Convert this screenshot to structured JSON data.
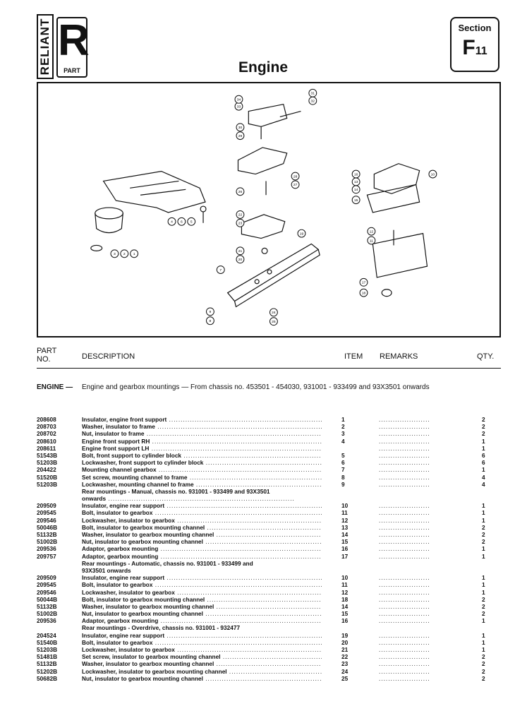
{
  "logo": {
    "vertical_text": "RELIANT",
    "letter": "R",
    "small_text": "PART"
  },
  "page_title": "Engine",
  "section": {
    "label": "Section",
    "code_letter": "F",
    "code_number": "11"
  },
  "diagram": {
    "callouts": [
      "1",
      "2",
      "3",
      "4",
      "5",
      "6",
      "7",
      "8",
      "9",
      "10",
      "11",
      "12",
      "13",
      "14",
      "15",
      "16",
      "17",
      "18",
      "19",
      "20",
      "21",
      "22",
      "23",
      "24",
      "25",
      "26",
      "27",
      "28",
      "29",
      "30",
      "31",
      "32",
      "33",
      "34"
    ]
  },
  "table_header": {
    "part_no": "PART NO.",
    "description": "DESCRIPTION",
    "item": "ITEM",
    "remarks": "REMARKS",
    "qty": "QTY."
  },
  "intro": {
    "heading": "ENGINE —",
    "text": "Engine and gearbox mountings — From chassis no. 453501 - 454030, 931001 - 933499 and 93X3501 onwards"
  },
  "rows": [
    {
      "part": "208608",
      "desc": "Insulator, engine front support",
      "item": "1",
      "qty": "2"
    },
    {
      "part": "208703",
      "desc": "Washer, insulator to frame",
      "item": "2",
      "qty": "2"
    },
    {
      "part": "208702",
      "desc": "Nut, insulator to frame",
      "item": "3",
      "qty": "2"
    },
    {
      "part": "208610",
      "desc": "Engine front support RH",
      "item": "4",
      "qty": "1"
    },
    {
      "part": "208611",
      "desc": "Engine front support LH",
      "item": "",
      "qty": "1"
    },
    {
      "part": "51543B",
      "desc": "Bolt, front support to cylinder block",
      "item": "5",
      "qty": "6"
    },
    {
      "part": "51203B",
      "desc": "Lockwasher, front support to cylinder block",
      "item": "6",
      "qty": "6"
    },
    {
      "part": "204422",
      "desc": "Mounting channel gearbox",
      "item": "7",
      "qty": "1"
    },
    {
      "part": "51520B",
      "desc": "Set screw, mounting channel to frame",
      "item": "8",
      "qty": "4"
    },
    {
      "part": "51203B",
      "desc": "Lockwasher, mounting channel to frame",
      "item": "9",
      "qty": "4"
    },
    {
      "part": "",
      "desc": "Rear mountings - Manual, chassis no. 931001 - 933499 and 93X3501",
      "item": "",
      "qty": "",
      "heading": true
    },
    {
      "part": "",
      "desc": "onwards",
      "item": "",
      "qty": "",
      "heading": true,
      "dots": true
    },
    {
      "part": "209509",
      "desc": "Insulator, engine rear support",
      "item": "10",
      "qty": "1"
    },
    {
      "part": "209545",
      "desc": "Bolt, insulator to gearbox",
      "item": "11",
      "qty": "1"
    },
    {
      "part": "209546",
      "desc": "Lockwasher, insulator to gearbox",
      "item": "12",
      "qty": "1"
    },
    {
      "part": "50046B",
      "desc": "Bolt, insulator to gearbox mounting channel",
      "item": "13",
      "qty": "2"
    },
    {
      "part": "51132B",
      "desc": "Washer, insulator to gearbox mounting channel",
      "item": "14",
      "qty": "2"
    },
    {
      "part": "51002B",
      "desc": "Nut, insulator to gearbox mounting channel",
      "item": "15",
      "qty": "2"
    },
    {
      "part": "209536",
      "desc": "Adaptor, gearbox mounting",
      "item": "16",
      "qty": "1"
    },
    {
      "part": "209757",
      "desc": "Adaptor, gearbox mounting",
      "item": "17",
      "qty": "1"
    },
    {
      "part": "",
      "desc": "Rear mountings - Automatic, chassis no. 931001 - 933499 and",
      "item": "",
      "qty": "",
      "heading": true
    },
    {
      "part": "",
      "desc": "93X3501 onwards",
      "item": "",
      "qty": "",
      "heading": true
    },
    {
      "part": "209509",
      "desc": "Insulator, engine rear support",
      "item": "10",
      "qty": "1"
    },
    {
      "part": "209545",
      "desc": "Bolt, insulator to gearbox",
      "item": "11",
      "qty": "1"
    },
    {
      "part": "209546",
      "desc": "Lockwasher, insulator to gearbox",
      "item": "12",
      "qty": "1"
    },
    {
      "part": "50044B",
      "desc": "Bolt, insulator to gearbox mounting channel",
      "item": "18",
      "qty": "2"
    },
    {
      "part": "51132B",
      "desc": "Washer, insulator to gearbox mounting channel",
      "item": "14",
      "qty": "2"
    },
    {
      "part": "51002B",
      "desc": "Nut, insulator to gearbox mounting channel",
      "item": "15",
      "qty": "2"
    },
    {
      "part": "209536",
      "desc": "Adaptor, gearbox mounting",
      "item": "16",
      "qty": "1"
    },
    {
      "part": "",
      "desc": "Rear mountings - Overdrive, chassis no. 931001 - 932477",
      "item": "",
      "qty": "",
      "heading": true
    },
    {
      "part": "204524",
      "desc": "Insulator, engine rear support",
      "item": "19",
      "qty": "1"
    },
    {
      "part": "51540B",
      "desc": "Bolt, insulator to gearbox",
      "item": "20",
      "qty": "1"
    },
    {
      "part": "51203B",
      "desc": "Lockwasher, insulator to gearbox",
      "item": "21",
      "qty": "1"
    },
    {
      "part": "51481B",
      "desc": "Set screw, insulator to gearbox mounting channel",
      "item": "22",
      "qty": "2"
    },
    {
      "part": "51132B",
      "desc": "Washer, insulator to gearbox mounting channel",
      "item": "23",
      "qty": "2"
    },
    {
      "part": "51202B",
      "desc": "Lockwasher, insulator to gearbox mounting channel",
      "item": "24",
      "qty": "2"
    },
    {
      "part": "50682B",
      "desc": "Nut, insulator to gearbox mounting channel",
      "item": "25",
      "qty": "2"
    }
  ]
}
